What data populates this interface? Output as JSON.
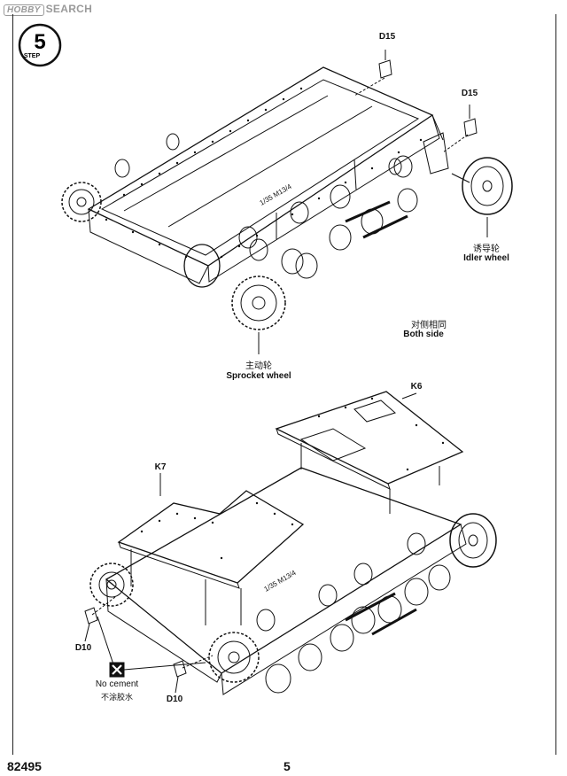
{
  "watermark": {
    "brand_mark": "HOBBY",
    "brand_text": "HOBBY SEARCH"
  },
  "step": {
    "number": "5",
    "label": "STEP"
  },
  "callouts": {
    "d15_top": "D15",
    "d15_right": "D15",
    "idler_cn": "诱导轮",
    "idler_en": "Idler wheel",
    "both_cn": "对侧相同",
    "both_en": "Both side",
    "sprocket_cn": "主动轮",
    "sprocket_en": "Sprocket wheel",
    "k6": "K6",
    "k7": "K7",
    "d10_left": "D10",
    "d10_right": "D10",
    "no_cement_en": "No cement",
    "no_cement_cn": "不涂胶水"
  },
  "hull_marking": "1/35 M13/4",
  "footer": {
    "kit_number": "82495",
    "page": "5"
  }
}
